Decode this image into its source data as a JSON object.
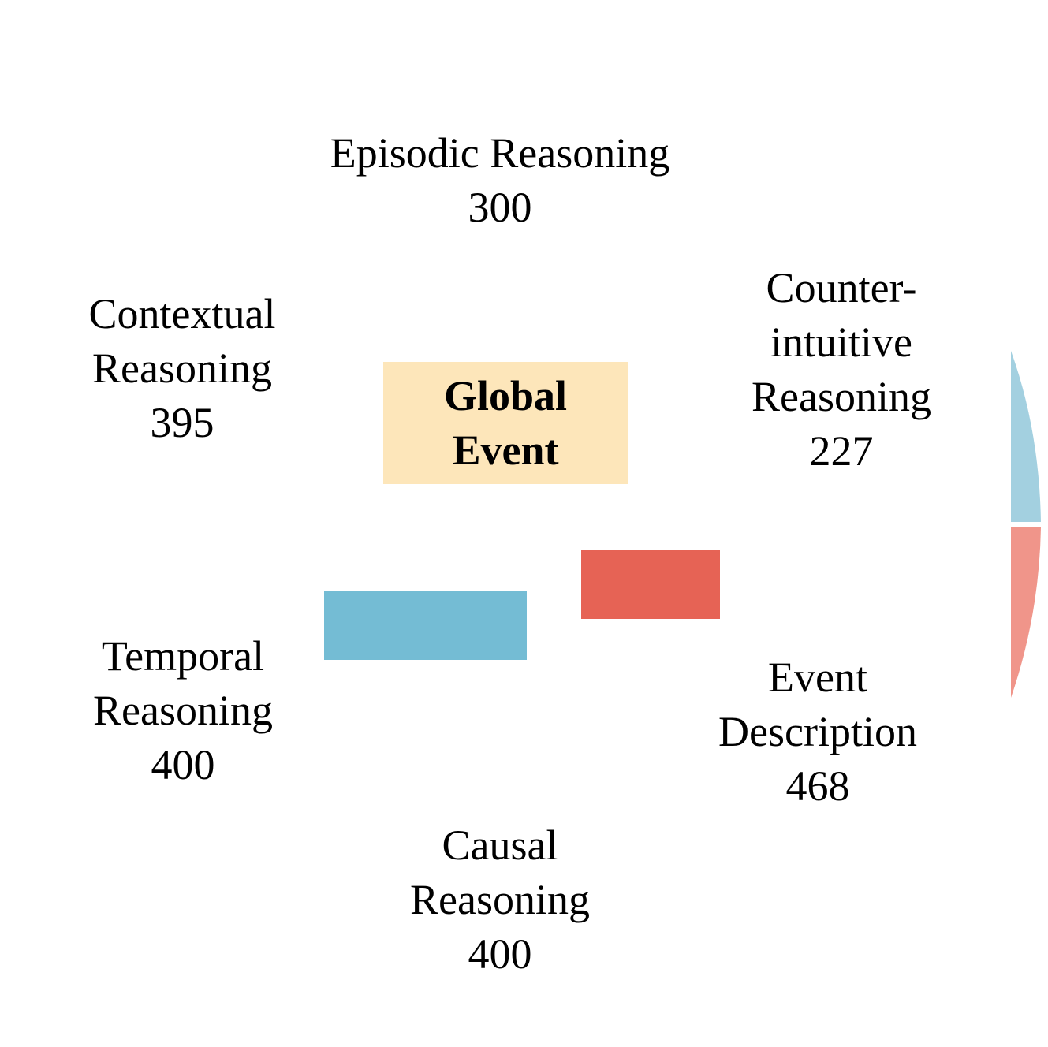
{
  "center": {
    "line1": "Global",
    "line2": "Event",
    "color": "#FDE6BA"
  },
  "categories": {
    "episodic": {
      "line1": "Episodic Reasoning",
      "count": "300"
    },
    "counter": {
      "line1": "Counter-",
      "line2": "intuitive",
      "line3": "Reasoning",
      "count": "227"
    },
    "event_desc": {
      "line1": "Event",
      "line2": "Description",
      "count": "468"
    },
    "causal": {
      "line1": "Causal",
      "line2": "Reasoning",
      "count": "400"
    },
    "temporal": {
      "line1": "Temporal",
      "line2": "Reasoning",
      "count": "400"
    },
    "contextual": {
      "line1": "Contextual",
      "line2": "Reasoning",
      "count": "395"
    }
  },
  "swatches": {
    "blue": "#74BCD4",
    "red": "#E66355"
  },
  "arcs": {
    "light_blue": "#A3D0E0",
    "light_red": "#F0958A"
  }
}
